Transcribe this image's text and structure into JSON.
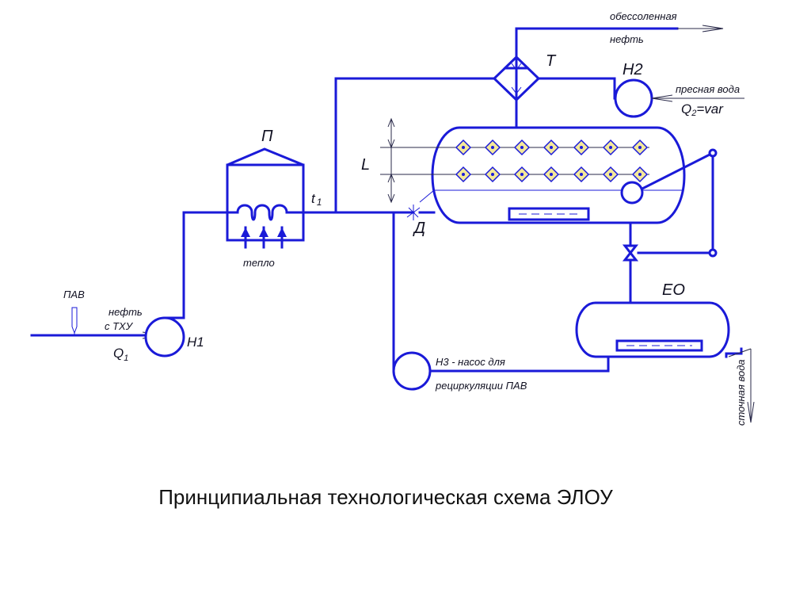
{
  "caption": "Принципиальная технологическая схема ЭЛОУ",
  "labels": {
    "pav": "ПАВ",
    "oil_in_1": "нефть",
    "oil_in_2": "с ТХУ",
    "q1": "Q",
    "q1_sub": "1",
    "pump_h1": "Н1",
    "furnace_p": "П",
    "heat": "тепло",
    "t1": "t",
    "t1_sub": "1",
    "level_l": "L",
    "valve_d": "Д",
    "heat_exchanger_t": "Т",
    "desalted_oil_1": "обессоленная",
    "desalted_oil_2": "нефть",
    "pump_h2": "Н2",
    "fresh_water": "пресная вода",
    "q2": "Q",
    "q2_sub": "2",
    "q2_value": "=var",
    "settler_eo": "ЕО",
    "pump_h3_1": "Н3 -  насос для",
    "pump_h3_2": "рециркуляции ПАВ",
    "waste_water": "сточная вода"
  },
  "colors": {
    "pipe": "#1a1ad8",
    "electrode": "#f3e89a",
    "text": "#111122"
  },
  "icons": [
    "pump-icon",
    "heat-exchanger-icon",
    "furnace-icon",
    "valve-icon",
    "arrow-icon"
  ]
}
